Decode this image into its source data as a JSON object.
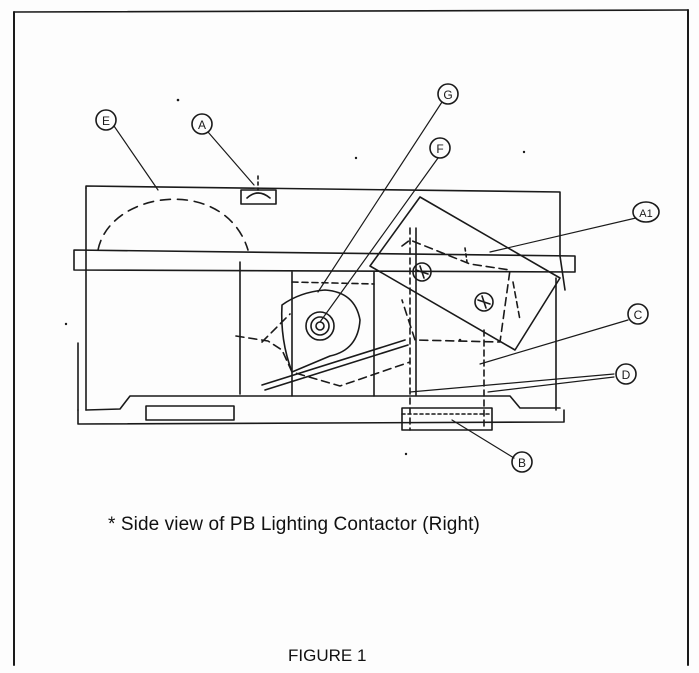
{
  "figure": {
    "caption": "* Side view of PB Lighting Contactor (Right)",
    "title": "FIGURE 1"
  },
  "callouts": {
    "E": "E",
    "A": "A",
    "G": "G",
    "F": "F",
    "A1": "A1",
    "C": "C",
    "D": "D",
    "B": "B"
  },
  "colors": {
    "ink": "#1a1a1a",
    "paper": "#fdfdfd"
  }
}
